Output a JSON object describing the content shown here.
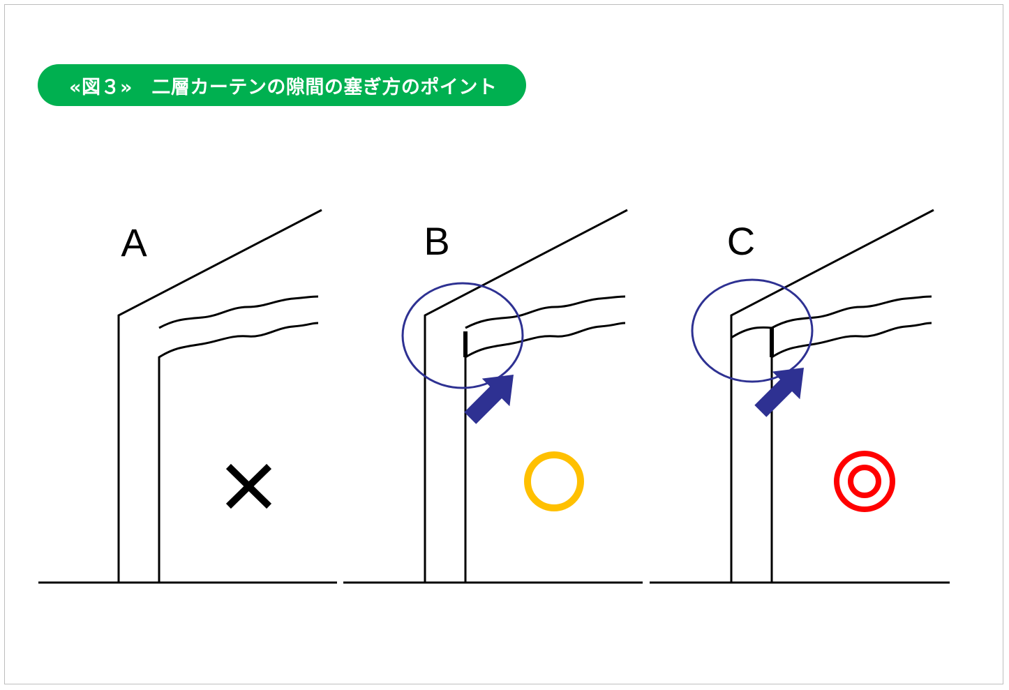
{
  "title": {
    "text": "«図３»　二層カーテンの隙間の塞ぎ方のポイント",
    "bg_color": "#00b050"
  },
  "panels": [
    {
      "label": "A",
      "mark_icon": "cross-mark-icon",
      "mark_color": "#000000"
    },
    {
      "label": "B",
      "mark_icon": "circle-mark-icon",
      "mark_color": "#ffc000"
    },
    {
      "label": "C",
      "mark_icon": "double-circle-mark-icon",
      "mark_color": "#ff0000"
    }
  ],
  "colors": {
    "highlight_circle": "#2e3192",
    "arrow": "#2e3192",
    "line": "#000000"
  }
}
